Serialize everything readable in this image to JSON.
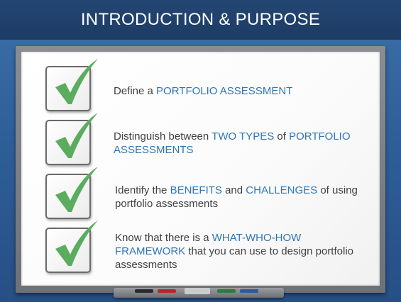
{
  "title": "INTRODUCTION & PURPOSE",
  "colors": {
    "title_bar": "#1d3c64",
    "background": "#2f5f98",
    "highlight": "#2e75b6",
    "check": "#4caf50",
    "text": "#404040"
  },
  "items": [
    {
      "icon": "checkmark-icon",
      "t1": "Define a ",
      "h1": "PORTFOLIO ASSESSMENT"
    },
    {
      "icon": "checkmark-icon",
      "t1": "Distinguish between ",
      "h1": "TWO TYPES",
      "t2": " of ",
      "h2": "PORTFOLIO ASSESSMENTS"
    },
    {
      "icon": "checkmark-icon",
      "t1": "Identify the ",
      "h1": "BENEFITS",
      "t2": " and ",
      "h2": "CHALLENGES",
      "t3": " of using portfolio assessments"
    },
    {
      "icon": "checkmark-icon",
      "t1": "Know that there is a ",
      "h1": "WHAT-WHO-HOW FRAMEWORK",
      "t2": " that you can use to design portfolio assessments"
    }
  ]
}
